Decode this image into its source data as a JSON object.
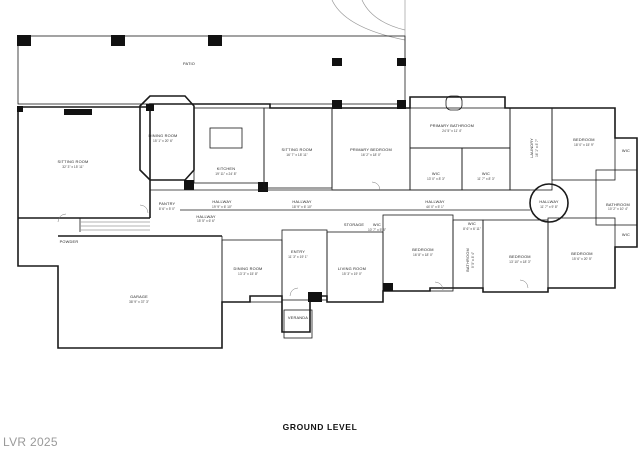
{
  "floor_label": "GROUND LEVEL",
  "watermark": "LVR 2025",
  "rooms": [
    {
      "name": "PATIO",
      "dim": ""
    },
    {
      "name": "SITTING ROOM",
      "dim": "32' 3\" x 15' 11\""
    },
    {
      "name": "DINING ROOM",
      "dim": "15' 1\" x 20' 6\""
    },
    {
      "name": "KITCHEN",
      "dim": "19' 11\" x 24' 8\""
    },
    {
      "name": "SITTING ROOM",
      "dim": "16' 7\" x 18' 11\""
    },
    {
      "name": "PRIMARY BEDROOM",
      "dim": "16' 2\" x 18' 0\""
    },
    {
      "name": "PRIMARY BATHROOM",
      "dim": "24' 5\" x 11' 4\""
    },
    {
      "name": "WIC",
      "dim": "13' 0\" x 8' 3\""
    },
    {
      "name": "WIC",
      "dim": "11' 7\" x 8' 3\""
    },
    {
      "name": "LAUNDRY",
      "dim": "16' 1\" x 8' 7\""
    },
    {
      "name": "BEDROOM",
      "dim": "18' 0\" x 15' 9\""
    },
    {
      "name": "WIC",
      "dim": ""
    },
    {
      "name": "BATHROOM",
      "dim": "10' 2\" x 10' 4\""
    },
    {
      "name": "WIC",
      "dim": ""
    },
    {
      "name": "PANTRY",
      "dim": "8' 6\" x 5' 0\""
    },
    {
      "name": "HALLWAY",
      "dim": "19' 9\" x 6' 10\""
    },
    {
      "name": "HALLWAY",
      "dim": "15' 5\" x 6' 6\""
    },
    {
      "name": "HALLWAY",
      "dim": "18' 9\" x 6' 10\""
    },
    {
      "name": "HALLWAY",
      "dim": "44' 0\" x 5' 1\""
    },
    {
      "name": "HALLWAY",
      "dim": "11' 7\" x 9' 8\""
    },
    {
      "name": "POWDER",
      "dim": ""
    },
    {
      "name": "STORAGE",
      "dim": ""
    },
    {
      "name": "WIC",
      "dim": "10' 7\" x 5' 8\""
    },
    {
      "name": "WIC",
      "dim": "8' 6\" x 6' 11\""
    },
    {
      "name": "BATHROOM",
      "dim": "9' 5\" x 8' 4\""
    },
    {
      "name": "BEDROOM",
      "dim": "16' 8\" x 18' 0\""
    },
    {
      "name": "BEDROOM",
      "dim": "13' 10\" x 18' 3\""
    },
    {
      "name": "BEDROOM",
      "dim": "15' 6\" x 20' 5\""
    },
    {
      "name": "GARAGE",
      "dim": "38' 9\" x 37' 3\""
    },
    {
      "name": "DINING ROOM",
      "dim": "13' 3\" x 15' 8\""
    },
    {
      "name": "ENTRY",
      "dim": "11' 3\" x 19' 1\""
    },
    {
      "name": "LIVING ROOM",
      "dim": "15' 3\" x 19' 0\""
    },
    {
      "name": "VERANDA",
      "dim": ""
    }
  ]
}
